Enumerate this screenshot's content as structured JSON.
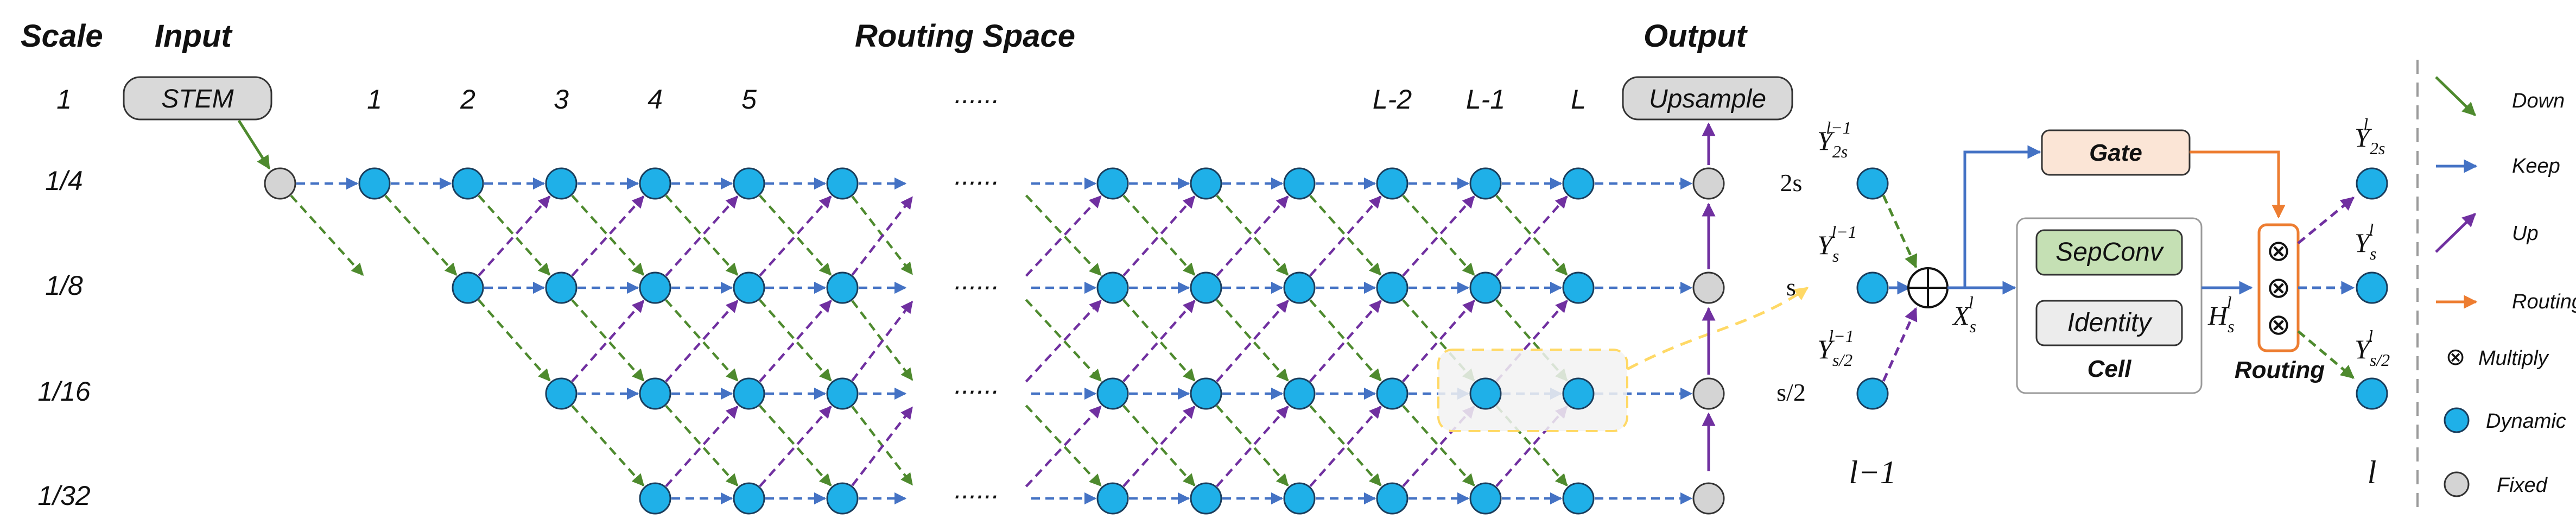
{
  "headers": {
    "scale": "Scale",
    "input": "Input",
    "routing_space": "Routing Space",
    "output": "Output"
  },
  "scales": [
    "1",
    "1/4",
    "1/8",
    "1/16",
    "1/32"
  ],
  "stem": "STEM",
  "upsample": "Upsample",
  "columns": [
    "1",
    "2",
    "3",
    "4",
    "5",
    "L-2",
    "L-1",
    "L"
  ],
  "ellipsis": "......",
  "cell": {
    "gate": "Gate",
    "sepconv": "SepConv",
    "identity": "Identity",
    "cell_label": "Cell",
    "routing_label": "Routing",
    "in_scales": [
      "2s",
      "s",
      "s/2"
    ],
    "layer_prev": "l−1",
    "layer_cur": "l",
    "y_sym": "Y",
    "y_in_sub": [
      "2s",
      "s",
      "s/2"
    ],
    "y_in_sup": "l−1",
    "y_out_sub": [
      "2s",
      "s",
      "s/2"
    ],
    "y_out_sup": "l",
    "x_sym": "X",
    "x_sub": "s",
    "x_sup": "l",
    "h_sym": "H",
    "h_sub": "s",
    "h_sup": "l",
    "multiply_symbol": "⊗",
    "sum_symbol": "⊕"
  },
  "legend": [
    {
      "label": "Down",
      "kind": "arrow-down",
      "color": "#4e8a2e"
    },
    {
      "label": "Keep",
      "kind": "arrow-keep",
      "color": "#4472c4"
    },
    {
      "label": "Up",
      "kind": "arrow-up",
      "color": "#7030a0"
    },
    {
      "label": "Routing",
      "kind": "arrow-route",
      "color": "#ed7d31"
    },
    {
      "label": "Multiply",
      "kind": "multiply",
      "color": "#111111"
    },
    {
      "label": "Dynamic",
      "kind": "node-dynamic",
      "color": "#1fb0e8"
    },
    {
      "label": "Fixed",
      "kind": "node-fixed",
      "color": "#d4d4d4"
    }
  ],
  "colors": {
    "down": "#4e8a2e",
    "keep": "#4472c4",
    "up": "#7030a0",
    "routing": "#ed7d31",
    "dynamic": "#1fb0e8",
    "fixed": "#d4d4d4",
    "gate_fill": "#fbe5d6",
    "sepconv_fill": "#c5e0b4",
    "highlight": "#ffd966"
  }
}
